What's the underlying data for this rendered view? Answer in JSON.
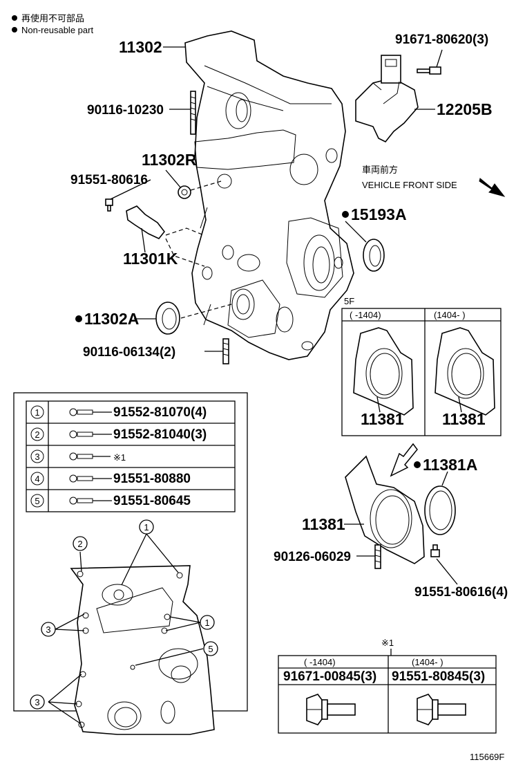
{
  "legend": {
    "jp": "再使用不可部品",
    "en": "Non-reusable part"
  },
  "labels": {
    "p11302": "11302",
    "p90116_10230": "90116-10230",
    "p11302R": "11302R",
    "p91551_80616": "91551-80616",
    "p11301K": "11301K",
    "p11302A": "11302A",
    "p90116_06134": "90116-06134(2)",
    "p91671_80620": "91671-80620(3)",
    "p12205B": "12205B",
    "p15193A": "15193A",
    "p11381A": "11381A",
    "p11381_main": "11381",
    "p90126_06029": "90126-06029",
    "p91551_80616_4": "91551-80616(4)"
  },
  "direction": {
    "jp": "車両前方",
    "en": "VEHICLE FRONT SIDE"
  },
  "variant_box": {
    "tag": "5F",
    "col1_header": "(      -1404)",
    "col2_header": "(1404-      )",
    "col1_part": "11381",
    "col2_part": "11381"
  },
  "bolt_table": {
    "rows": [
      {
        "num": "1",
        "part": "91552-81070(4)"
      },
      {
        "num": "2",
        "part": "91552-81040(3)"
      },
      {
        "num": "3",
        "part": "※1"
      },
      {
        "num": "4",
        "part": "91551-80880"
      },
      {
        "num": "5",
        "part": "91551-80645"
      }
    ]
  },
  "callouts": [
    "1",
    "2",
    "3",
    "4",
    "5",
    "1",
    "2",
    "3",
    "1",
    "5"
  ],
  "note_table": {
    "marker": "※1",
    "col1_header": "(      -1404)",
    "col2_header": "(1404-      )",
    "col1_part": "91671-00845(3)",
    "col2_part": "91551-80845(3)"
  },
  "figure_id": "115669F"
}
